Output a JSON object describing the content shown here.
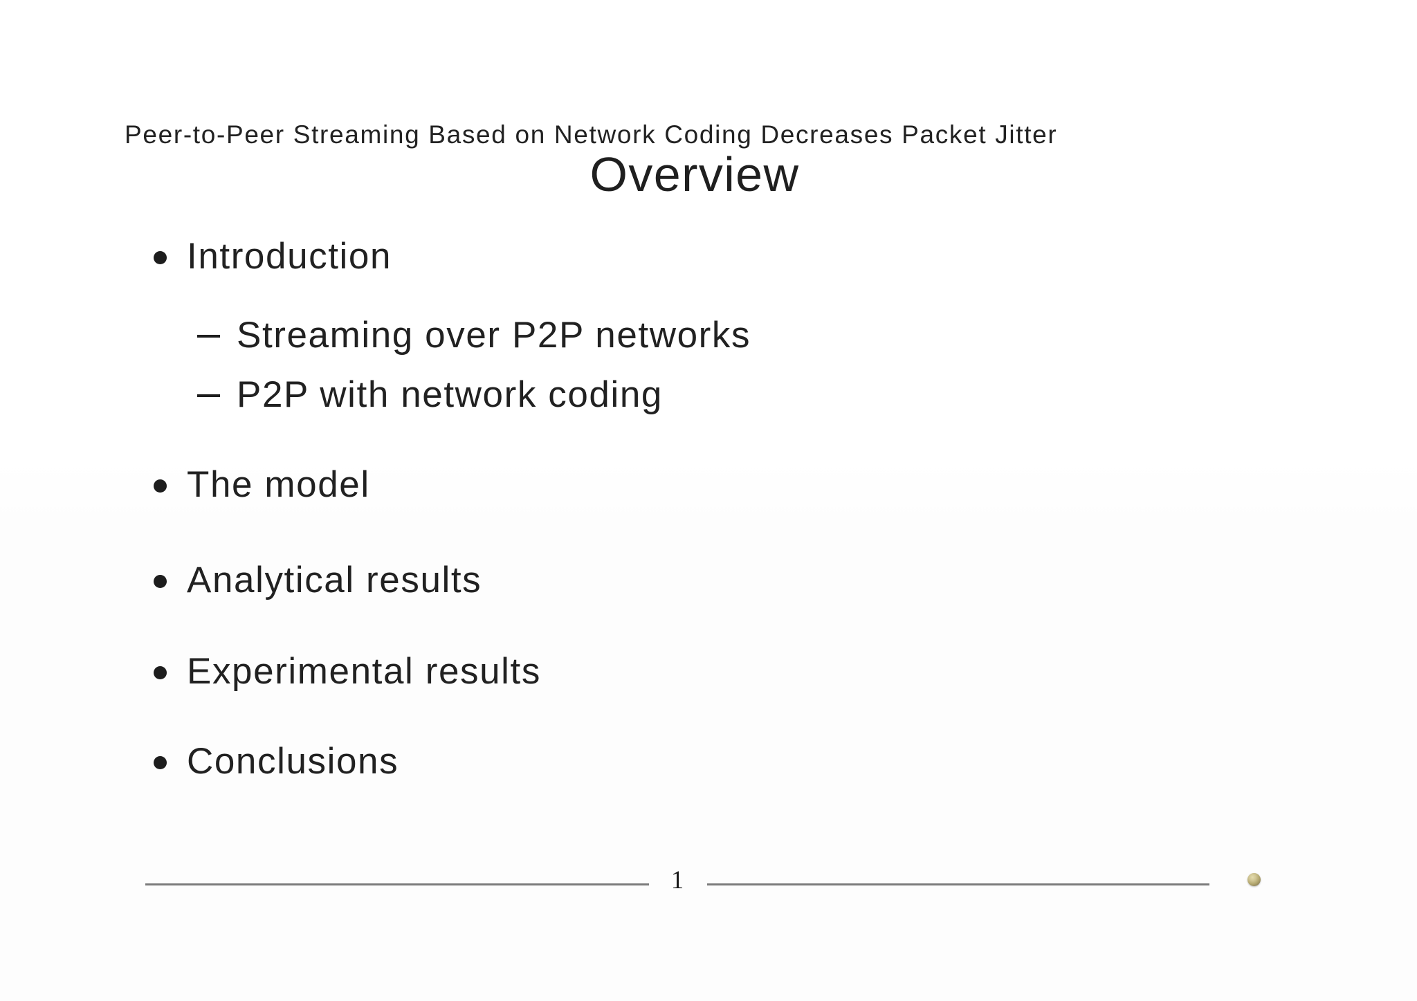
{
  "slide": {
    "header": "Peer-to-Peer Streaming Based on Network Coding Decreases Packet Jitter",
    "title": "Overview",
    "bullets": [
      {
        "level": 1,
        "label": "Introduction"
      },
      {
        "level": 2,
        "label": "Streaming over P2P networks"
      },
      {
        "level": 2,
        "label": "P2P with network coding"
      },
      {
        "level": 1,
        "label": "The model"
      },
      {
        "level": 1,
        "label": "Analytical results"
      },
      {
        "level": 1,
        "label": "Experimental results"
      },
      {
        "level": 1,
        "label": "Conclusions"
      }
    ],
    "footer": {
      "page_number": "1"
    },
    "icons": {
      "bullet": "disc-bullet-icon",
      "sub_bullet": "dash-bullet-icon",
      "sphere": "gold-sphere-icon"
    },
    "colors": {
      "text": "#212121",
      "rule_gray": "#7b7b7b",
      "bullet_black": "#1d1d1d",
      "sphere_light": "#e4dcae",
      "sphere_mid": "#b4a870",
      "sphere_dark": "#6e6340",
      "background": "#fdfdfd"
    }
  }
}
